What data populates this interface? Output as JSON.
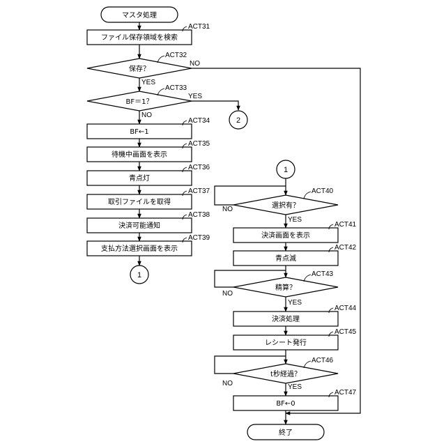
{
  "terminals": {
    "start": "マスタ処理",
    "end": "終了"
  },
  "steps": {
    "act31": "ファイル保存領域を検索",
    "act32": "保存？",
    "act33": "BF＝1？",
    "act34": "BF←1",
    "act35": "待機中画面を表示",
    "act36": "青点灯",
    "act37": "取引ファイルを取得",
    "act38": "決済可能通知",
    "act39": "支払方法選択画面を表示",
    "act40": "選択有？",
    "act41": "決済画面を表示",
    "act42": "青点滅",
    "act43": "精算？",
    "act44": "決済処理",
    "act45": "レシート発行",
    "act46": "t秒経過？",
    "act47": "BF←0"
  },
  "refs": {
    "act31": "ACT31",
    "act32": "ACT32",
    "act33": "ACT33",
    "act34": "ACT34",
    "act35": "ACT35",
    "act36": "ACT36",
    "act37": "ACT37",
    "act38": "ACT38",
    "act39": "ACT39",
    "act40": "ACT40",
    "act41": "ACT41",
    "act42": "ACT42",
    "act43": "ACT43",
    "act44": "ACT44",
    "act45": "ACT45",
    "act46": "ACT46",
    "act47": "ACT47"
  },
  "branch_labels": {
    "act32_yes": "YES",
    "act32_no": "NO",
    "act33_yes": "YES",
    "act33_no": "NO",
    "act40_yes": "YES",
    "act40_no": "NO",
    "act43_yes": "YES",
    "act43_no": "NO",
    "act46_yes": "YES",
    "act46_no": "NO"
  },
  "connectors": {
    "c1_out": "1",
    "c1_in": "1",
    "c2": "2"
  }
}
